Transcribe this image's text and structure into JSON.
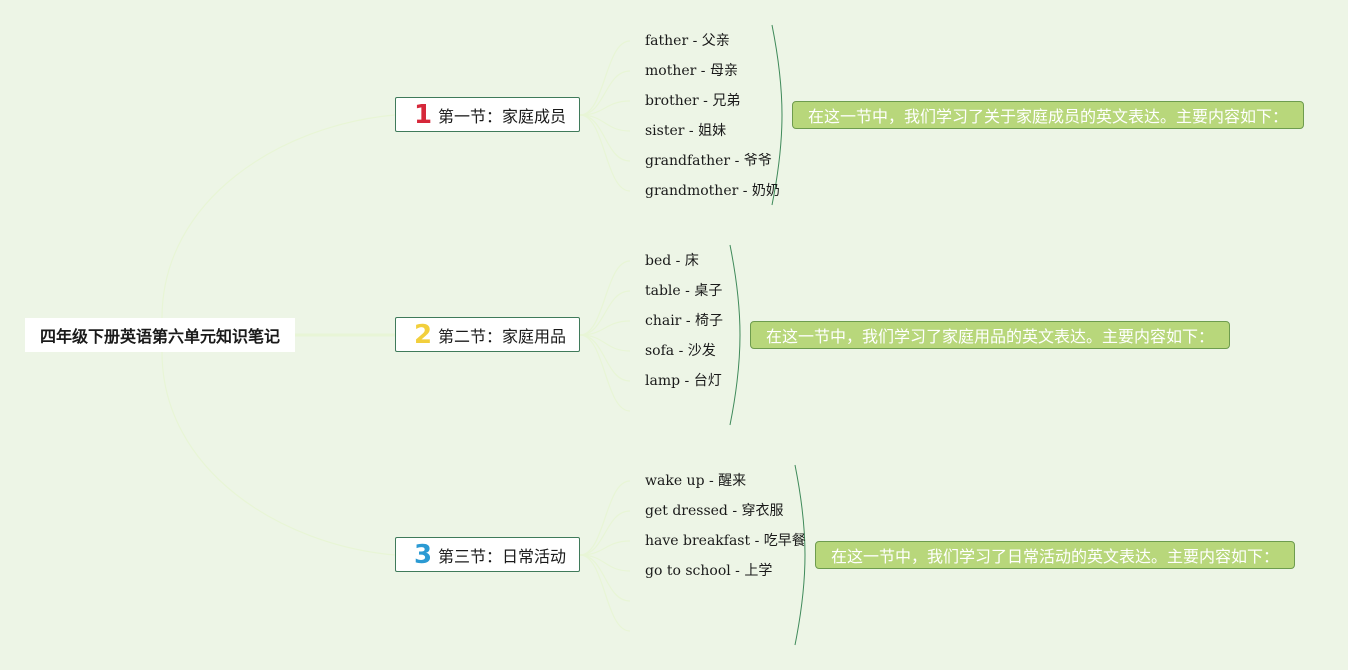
{
  "root": {
    "title": "四年级下册英语第六单元知识笔记"
  },
  "sections": [
    {
      "number": "1",
      "number_color": "#d6283a",
      "title": "第一节：家庭成员",
      "items": [
        "father - 父亲",
        "mother - 母亲",
        "brother - 兄弟",
        "sister - 姐妹",
        "grandfather - 爷爷",
        "grandmother - 奶奶"
      ],
      "summary": "在这一节中，我们学习了关于家庭成员的英文表达。主要内容如下："
    },
    {
      "number": "2",
      "number_color": "#f2cf3c",
      "title": "第二节：家庭用品",
      "items": [
        "bed - 床",
        "table - 桌子",
        "chair - 椅子",
        "sofa - 沙发",
        "lamp - 台灯"
      ],
      "summary": "在这一节中，我们学习了家庭用品的英文表达。主要内容如下："
    },
    {
      "number": "3",
      "number_color": "#2b9ad3",
      "title": "第三节：日常活动",
      "items": [
        "wake up - 醒来",
        "get dressed - 穿衣服",
        "have breakfast - 吃早餐",
        "go to school - 上学"
      ],
      "summary": "在这一节中，我们学习了日常活动的英文表达。主要内容如下："
    }
  ],
  "colors": {
    "background": "#edf5e6",
    "connector_light": "#e8f5d6",
    "connector_dark": "#3f8a5a",
    "summary_fill": "#b8d77b"
  }
}
